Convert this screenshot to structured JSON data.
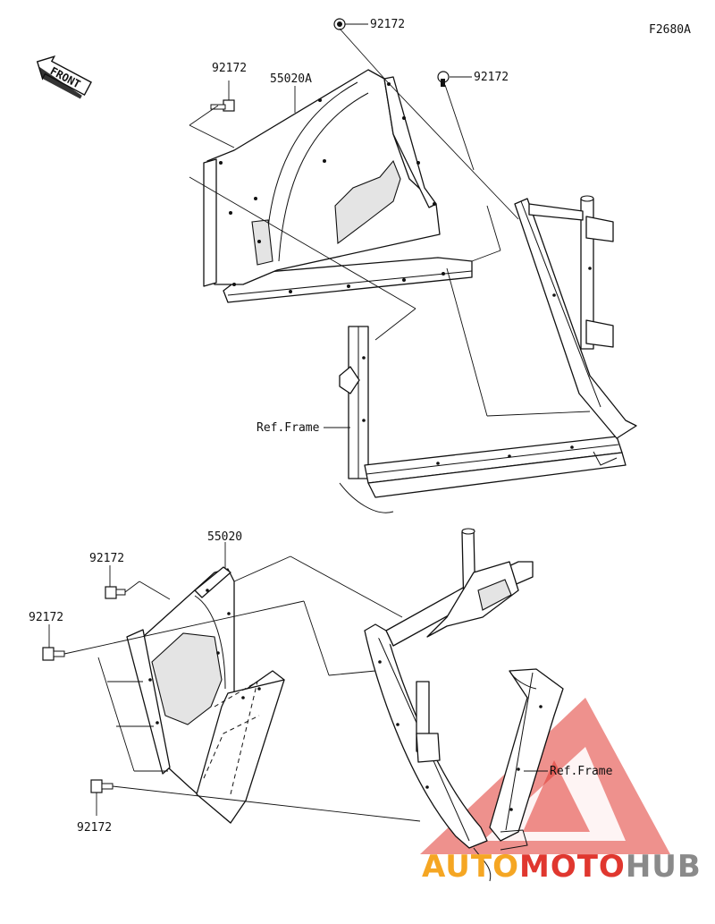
{
  "figure_code": "F2680A",
  "front_label": "FRONT",
  "labels": {
    "upper_part": "55020A",
    "lower_part": "55020",
    "bolt_top_center": "92172",
    "bolt_top_right": "92172",
    "bolt_upper_left": "92172",
    "bolt_lower_1": "92172",
    "bolt_lower_2": "92172",
    "bolt_lower_3": "92172",
    "ref_frame_upper": "Ref.Frame",
    "ref_frame_lower": "Ref.Frame"
  },
  "watermark": {
    "part1": "AUTO",
    "part2": "MOTO",
    "part3": "HUB",
    "color1": "#f5a623",
    "color2": "#e0372f",
    "color3": "#8a8a8a"
  }
}
